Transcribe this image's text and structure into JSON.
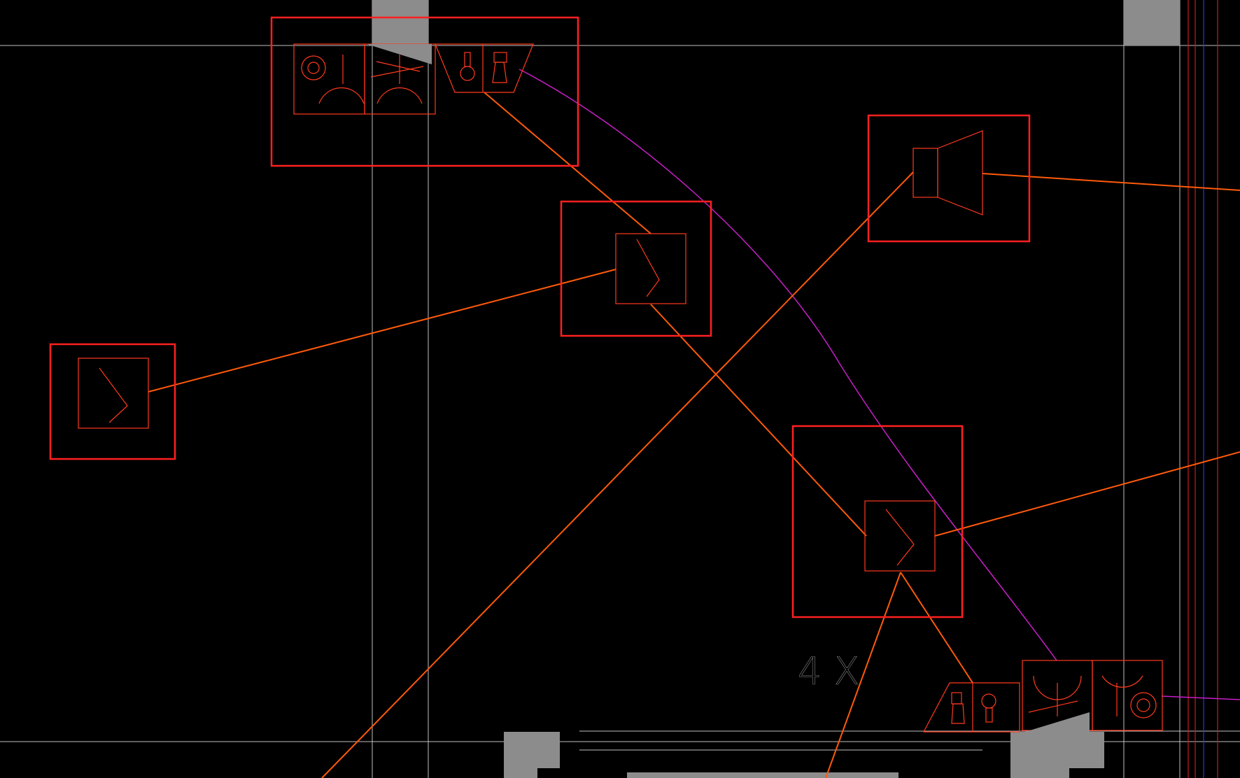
{
  "drawing": {
    "background": "#000000",
    "annotation_text": "4 X",
    "colors": {
      "grid": "#bfbfbf",
      "column": "#8c8c8c",
      "equipment_box": "#ff2020",
      "symbol": "#ff3a1e",
      "cable_orange": "#ff5a0a",
      "cable_magenta": "#c81ec8",
      "wall_red": "#c81e1e",
      "wall_blue": "#1e3cdc",
      "text": "#e6e6e6"
    },
    "symbols": [
      {
        "id": "smoke-detector-1",
        "icon": "smoke-detector-icon"
      },
      {
        "id": "smoke-detector-2",
        "icon": "smoke-detector-icon"
      },
      {
        "id": "smoke-detector-3",
        "icon": "smoke-detector-icon"
      },
      {
        "id": "speaker",
        "icon": "speaker-icon"
      },
      {
        "id": "phone-jack-group-top",
        "icon": "outlet-icon"
      },
      {
        "id": "phone-jack-group-bottom",
        "icon": "outlet-icon"
      }
    ]
  }
}
